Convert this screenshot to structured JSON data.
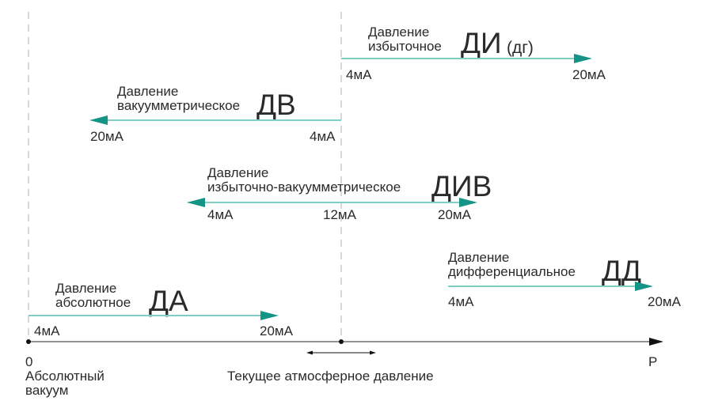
{
  "diagram": {
    "axis": {
      "origin_label": "0",
      "origin_caption_line1": "Абсолютный",
      "origin_caption_line2": "вакуум",
      "axis_end_label": "P",
      "atmospheric_label": "Текущее атмосферное давление"
    },
    "ranges": {
      "di": {
        "line1": "Давление",
        "line2": "избыточное",
        "code": "ДИ",
        "code_suffix": "(дг)",
        "start": "4мА",
        "end": "20мА"
      },
      "dv": {
        "line1": "Давление",
        "line2": "вакуумметрическое",
        "code": "ДВ",
        "start": "4мА",
        "end": "20мА"
      },
      "div": {
        "line1": "Давление",
        "line2": "избыточно-вакуумметрическое",
        "code": "ДИВ",
        "start": "4мА",
        "mid": "12мА",
        "end": "20мА"
      },
      "dd": {
        "line1": "Давление",
        "line2": "дифференциальное",
        "code": "ДД",
        "start": "4мА",
        "end": "20мА"
      },
      "da": {
        "line1": "Давление",
        "line2": "абсолютное",
        "code": "ДА",
        "start": "4мА",
        "end": "20мА"
      }
    },
    "colors": {
      "range_line": "#7fcdc4",
      "arrow_head": "#139486",
      "text": "#2a2a2a"
    }
  }
}
